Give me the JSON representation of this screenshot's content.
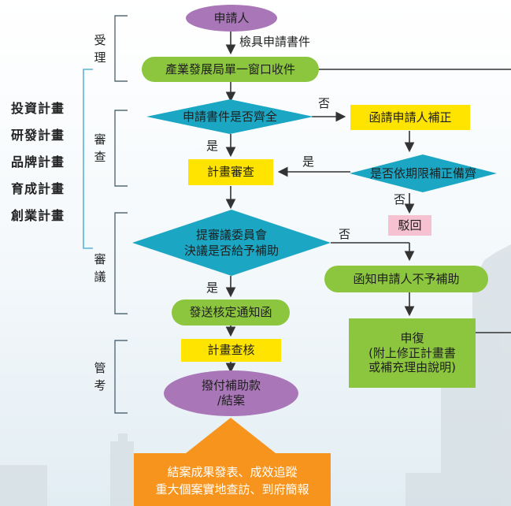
{
  "categories": [
    "投資計畫",
    "研發計畫",
    "品牌計畫",
    "育成計畫",
    "創業計畫"
  ],
  "stages": {
    "accept": [
      "受",
      "理"
    ],
    "review": [
      "審",
      "查"
    ],
    "deliberate": [
      "審",
      "議"
    ],
    "manage": [
      "管",
      "考"
    ]
  },
  "nodes": {
    "applicant": "申請人",
    "submit_label": "檢具申請書件",
    "window": "產業發展局單一窗口收件",
    "complete_check": "申請書件是否齊全",
    "request_fix": "函請申請人補正",
    "plan_review": "計畫審查",
    "fixed_check": "是否依期限補正備齊",
    "reject": "駁回",
    "committee": "提審議委員會\n決議是否給予補助",
    "notify_no": "函知申請人不予補助",
    "notify_ok": "發送核定通知函",
    "appeal": "申復\n(附上修正計畫書\n或補充理由說明)",
    "plan_audit": "計畫查核",
    "payment": "撥付補助款\n/結案",
    "result": "結案成果發表、成效追蹤\n重大個案實地查訪、到府簡報"
  },
  "edges": {
    "no1": "否",
    "yes1": "是",
    "yes2": "是",
    "no2": "否",
    "no3": "否",
    "yes3": "是"
  },
  "colors": {
    "purple": "#a976b8",
    "green": "#8cc63f",
    "yellow": "#ffe400",
    "teal": "#1ba7c4",
    "pink": "#f6c1d0",
    "orange": "#f7941d",
    "bracket": "#556b77",
    "blue_bracket": "#5ab4d8"
  }
}
